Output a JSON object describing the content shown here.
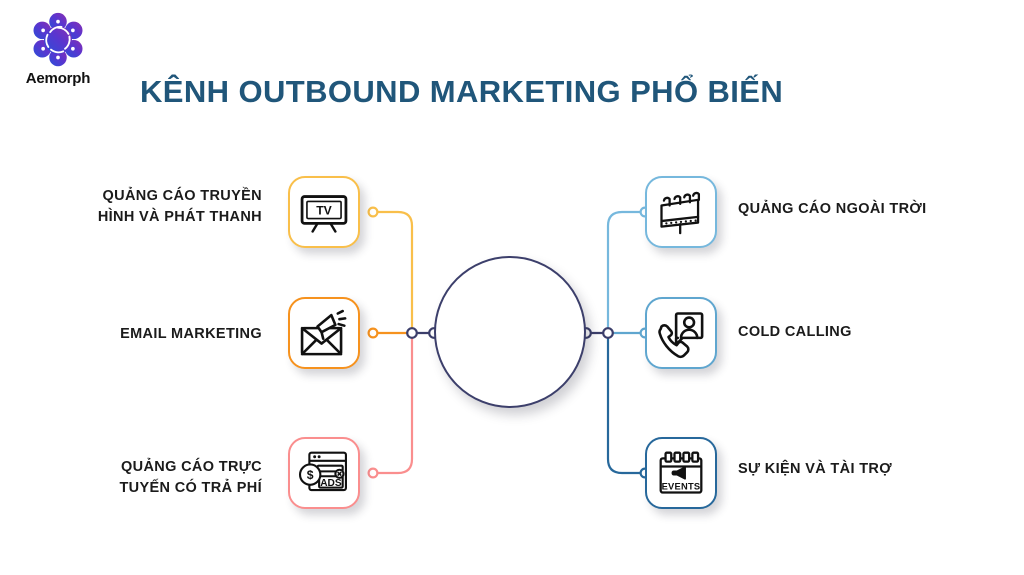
{
  "brand": {
    "name": "Aemorph",
    "logo_icon": "aemorph-hexagon-logo",
    "gradient_from": "#2b4fd8",
    "gradient_to": "#7b2fbe"
  },
  "header": {
    "title": "KÊNH OUTBOUND MARKETING PHỔ BIẾN",
    "title_color": "#20567a"
  },
  "diagram": {
    "type": "hub-and-spoke",
    "center": {
      "label": "",
      "border_color": "#3c3f6b"
    },
    "left_branches": [
      {
        "label": "QUẢNG CÁO TRUYỀN\nHÌNH VÀ PHÁT THANH",
        "line1": "QUẢNG CÁO TRUYỀN",
        "line2": "HÌNH VÀ PHÁT THANH",
        "icon": "television-icon",
        "icon_text": "TV",
        "accent_color": "#f9bf4a"
      },
      {
        "label": "EMAIL MARKETING",
        "line1": "EMAIL MARKETING",
        "line2": "",
        "icon": "email-megaphone-icon",
        "icon_text": "",
        "accent_color": "#f6921e"
      },
      {
        "label": "QUẢNG CÁO TRỰC\nTUYẾN CÓ TRẢ PHÍ",
        "line1": "QUẢNG CÁO TRỰC",
        "line2": "TUYẾN CÓ TRẢ PHÍ",
        "icon": "paid-online-ads-icon",
        "icon_text": "ADS",
        "accent_color": "#fa8e8e"
      }
    ],
    "right_branches": [
      {
        "label": "QUẢNG CÁO NGOÀI TRỜI",
        "line1": "QUẢNG CÁO NGOÀI TRỜI",
        "line2": "",
        "icon": "billboard-icon",
        "icon_text": "",
        "accent_color": "#76b8dd"
      },
      {
        "label": "COLD CALLING",
        "line1": "COLD CALLING",
        "line2": "",
        "icon": "phone-person-icon",
        "icon_text": "",
        "accent_color": "#5fa6cf"
      },
      {
        "label": "SỰ KIỆN VÀ TÀI TRỢ",
        "line1": "SỰ KIỆN VÀ TÀI TRỢ",
        "line2": "",
        "icon": "events-calendar-icon",
        "icon_text": "EVENTS",
        "accent_color": "#27689b"
      }
    ]
  }
}
